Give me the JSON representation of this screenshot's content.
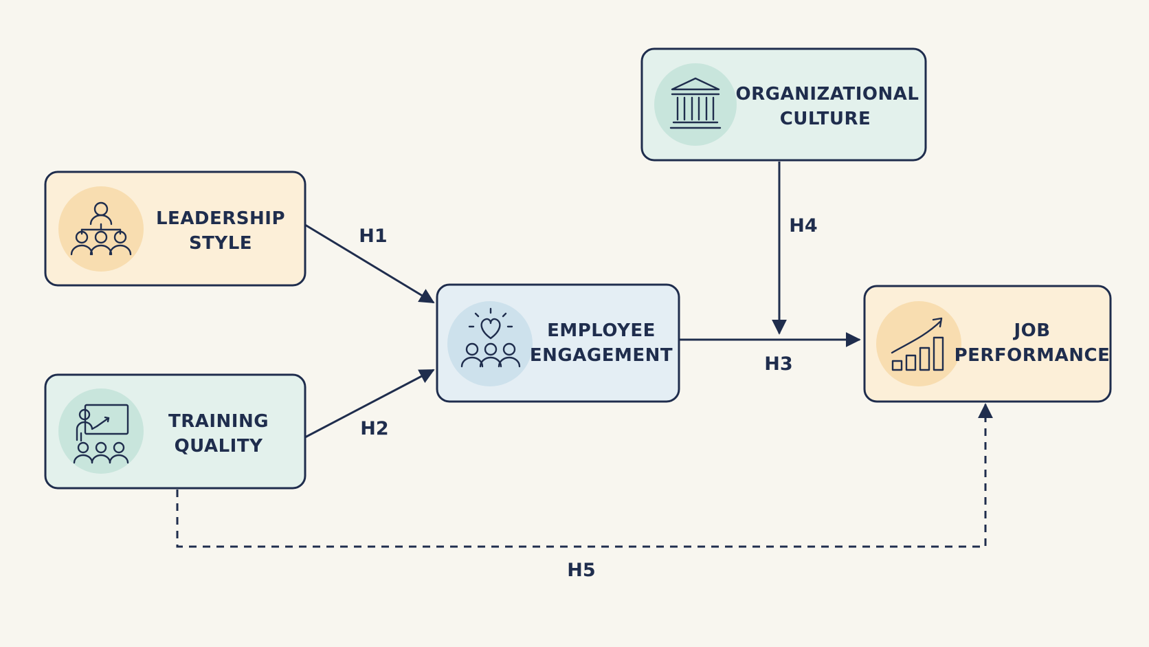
{
  "colors": {
    "background": "#f8f6ef",
    "stroke": "#1f2d4d",
    "text": "#1f2d4d",
    "orange_fill": "#fcefd8",
    "orange_circle": "#f8ddb0",
    "green_fill": "#e3f1ec",
    "green_circle": "#c8e5dc",
    "blue_fill": "#e4eef4",
    "blue_circle": "#cde1ec"
  },
  "nodes": {
    "leadership": {
      "line1": "LEADERSHIP",
      "line2": "STYLE",
      "icon": "team-hierarchy-icon"
    },
    "training": {
      "line1": "TRAINING",
      "line2": "QUALITY",
      "icon": "presentation-icon"
    },
    "engagement": {
      "line1": "EMPLOYEE",
      "line2": "ENGAGEMENT",
      "icon": "team-heart-icon"
    },
    "culture": {
      "line1": "ORGANIZATIONAL",
      "line2": "CULTURE",
      "icon": "institution-icon"
    },
    "performance": {
      "line1": "JOB",
      "line2": "PERFORMANCE",
      "icon": "growth-chart-icon"
    }
  },
  "edges": {
    "h1": "H1",
    "h2": "H2",
    "h3": "H3",
    "h4": "H4",
    "h5": "H5"
  }
}
